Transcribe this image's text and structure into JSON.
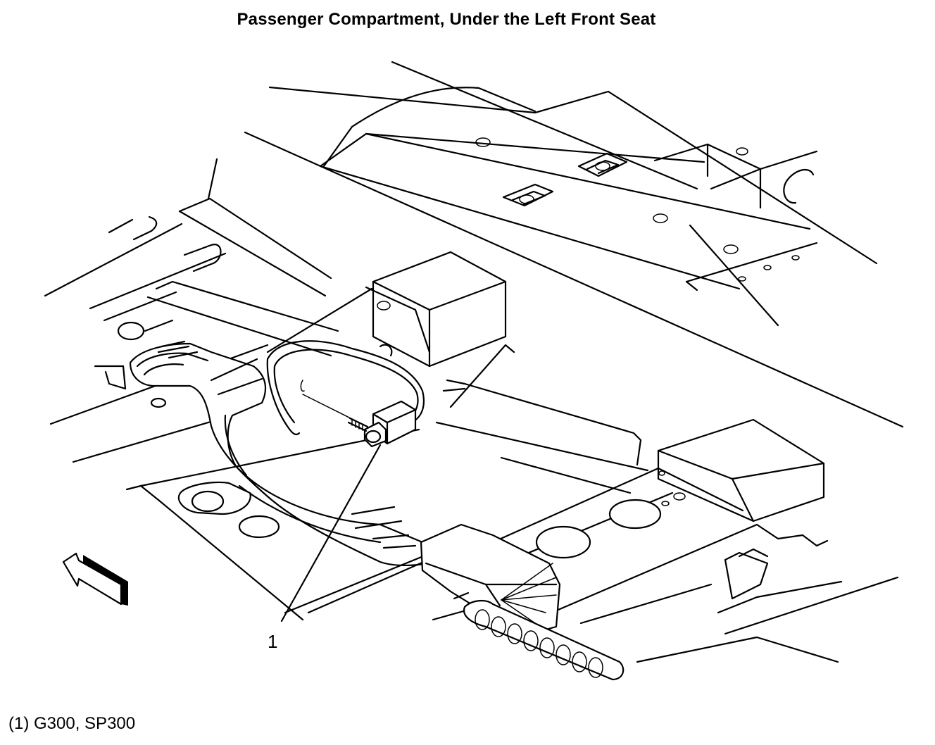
{
  "diagram": {
    "title": "Passenger Compartment, Under the Left Front Seat",
    "callouts": [
      {
        "number": "1"
      }
    ],
    "legend": [
      {
        "text": "(1) G300, SP300"
      }
    ],
    "icons": [
      "direction-arrow-icon"
    ]
  }
}
